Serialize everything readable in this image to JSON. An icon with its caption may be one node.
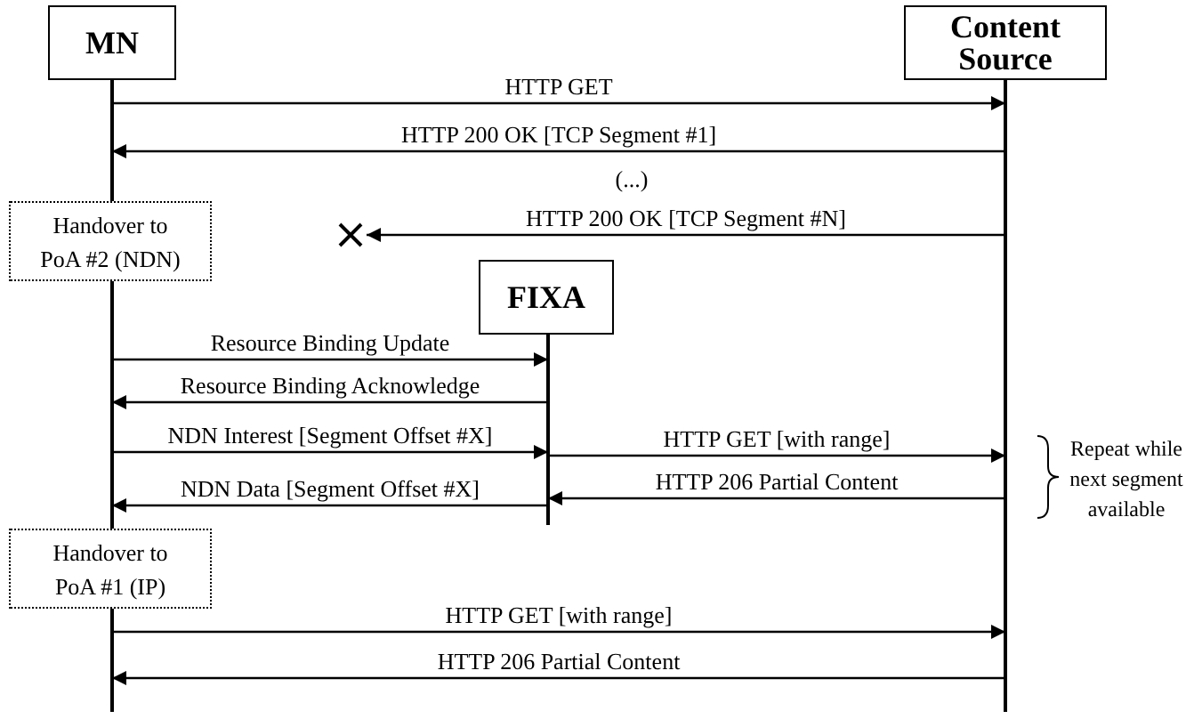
{
  "diagram": {
    "nodes": [
      {
        "text": [
          "MN"
        ]
      },
      {
        "text": [
          "Content Source"
        ]
      },
      {
        "text": [
          "Handover to PoA #2 (NDN)"
        ]
      },
      {
        "text": [],
        "shape": "cross"
      },
      {
        "text": [
          "FIXA"
        ]
      },
      {
        "text": [
          "Handover to PoA #1 (IP)"
        ]
      }
    ],
    "edges": [
      {
        "from": 0,
        "to": 1,
        "arrow": "to",
        "label": "HTTP GET"
      },
      {
        "from": 1,
        "to": 0,
        "arrow": "to",
        "label": "HTTP 200 OK [TCP Segment #1]"
      },
      {
        "from": 1,
        "to": 3,
        "arrow": "to",
        "label": "HTTP 200 OK [TCP Segment #N]"
      },
      {
        "from": 0,
        "to": 4,
        "arrow": "to",
        "label": "Resource Binding Update"
      },
      {
        "from": 4,
        "to": 0,
        "arrow": "to",
        "label": "Resource Binding Acknowledge"
      },
      {
        "from": 0,
        "to": 4,
        "arrow": "to",
        "label": "NDN Interest [Segment Offset #X]"
      },
      {
        "from": 4,
        "to": 1,
        "arrow": "to",
        "label": "HTTP GET [with range]"
      },
      {
        "from": 1,
        "to": 4,
        "arrow": "to",
        "label": "HTTP 206 Partial Content"
      },
      {
        "from": 4,
        "to": 0,
        "arrow": "to",
        "label": "NDN Data [Segment Offset #X]"
      },
      {
        "from": 0,
        "to": 1,
        "arrow": "to",
        "label": "HTTP GET [with range]"
      },
      {
        "from": 1,
        "to": 0,
        "arrow": "to",
        "label": "HTTP 206 Partial Content"
      }
    ],
    "labels": [
      "(...)",
      "Repeat while next segment available"
    ]
  }
}
